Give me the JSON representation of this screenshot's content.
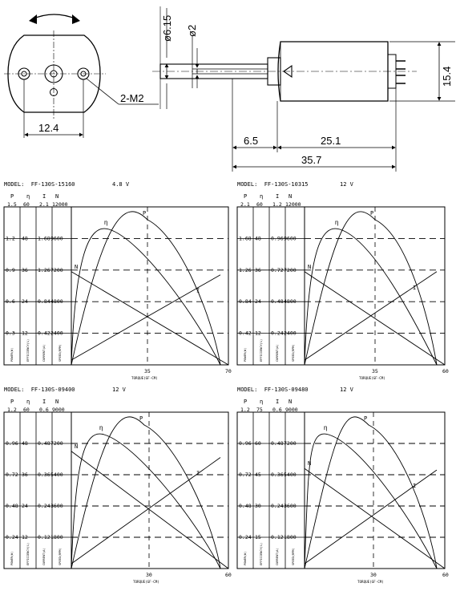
{
  "drawing": {
    "dims": {
      "shaft_dia": "ø6.15",
      "shaft_dia_small": "ø2",
      "height": "15.4",
      "screws": "2-M2",
      "hole_spacing": "12.4",
      "dim_a": "6.5",
      "dim_b": "25.1",
      "dim_c": "35.7"
    }
  },
  "panels": [
    {
      "model": "MODEL:  FF-130S-15160",
      "voltage": "4.8 V",
      "headers": [
        "P",
        "η",
        "I",
        "N"
      ],
      "top": [
        "1.5",
        "60",
        "2.1",
        "12000"
      ],
      "rows": [
        [
          "1.2",
          "48",
          "1.68",
          "9600"
        ],
        [
          "0.9",
          "36",
          "1.26",
          "7200"
        ],
        [
          "0.6",
          "24",
          "0.84",
          "4800"
        ],
        [
          "0.3",
          "12",
          "0.42",
          "2400"
        ]
      ],
      "side_labels": [
        "POWER(W)",
        "EFFICIENCY(%)",
        "CURRENT(A)",
        "SPEED(RPM)"
      ],
      "x_mid": "35",
      "x_end": "70",
      "x_label": "TORQUE(GF-CM)"
    },
    {
      "model": "MODEL:  FF-130S-10315",
      "voltage": "12 V",
      "headers": [
        "P",
        "η",
        "I",
        "N"
      ],
      "top": [
        "2.1",
        "60",
        "1.2",
        "12000"
      ],
      "rows": [
        [
          "1.68",
          "48",
          "0.96",
          "9600"
        ],
        [
          "1.26",
          "36",
          "0.72",
          "7200"
        ],
        [
          "0.84",
          "24",
          "0.48",
          "4800"
        ],
        [
          "0.42",
          "12",
          "0.24",
          "2400"
        ]
      ],
      "side_labels": [
        "POWER(W)",
        "EFFICIENCY(%)",
        "CURRENT(A)",
        "SPEED(RPM)"
      ],
      "x_mid": "35",
      "x_end": "60",
      "x_label": "TORQUE(GF-CM)"
    },
    {
      "model": "MODEL:  FF-130S-09400",
      "voltage": "12 V",
      "headers": [
        "P",
        "η",
        "I",
        "N"
      ],
      "top": [
        "1.2",
        "60",
        "0.6",
        "9000"
      ],
      "rows": [
        [
          "0.96",
          "48",
          "0.48",
          "7200"
        ],
        [
          "0.72",
          "36",
          "0.36",
          "5400"
        ],
        [
          "0.48",
          "24",
          "0.24",
          "3600"
        ],
        [
          "0.24",
          "12",
          "0.12",
          "1800"
        ]
      ],
      "side_labels": [
        "POWER(W)",
        "EFFICIENCY(%)",
        "CURRENT(A)",
        "SPEED(RPM)"
      ],
      "x_mid": "30",
      "x_end": "60",
      "x_label": "TORQUE(GF-CM)"
    },
    {
      "model": "MODEL:  FF-130S-09480",
      "voltage": "12 V",
      "headers": [
        "P",
        "η",
        "I",
        "N"
      ],
      "top": [
        "1.2",
        "75",
        "0.6",
        "9000"
      ],
      "rows": [
        [
          "0.96",
          "60",
          "0.48",
          "7200"
        ],
        [
          "0.72",
          "45",
          "0.36",
          "5400"
        ],
        [
          "0.48",
          "30",
          "0.24",
          "3600"
        ],
        [
          "0.24",
          "15",
          "0.12",
          "1800"
        ]
      ],
      "side_labels": [
        "POWER(W)",
        "EFFICIENCY(%)",
        "CURRENT(A)",
        "SPEED(RPM)"
      ],
      "x_mid": "30",
      "x_end": "60",
      "x_label": "TORQUE(GF-CM)"
    }
  ],
  "curve_labels": {
    "n": "N",
    "eta": "η",
    "p": "P",
    "i": "I"
  }
}
